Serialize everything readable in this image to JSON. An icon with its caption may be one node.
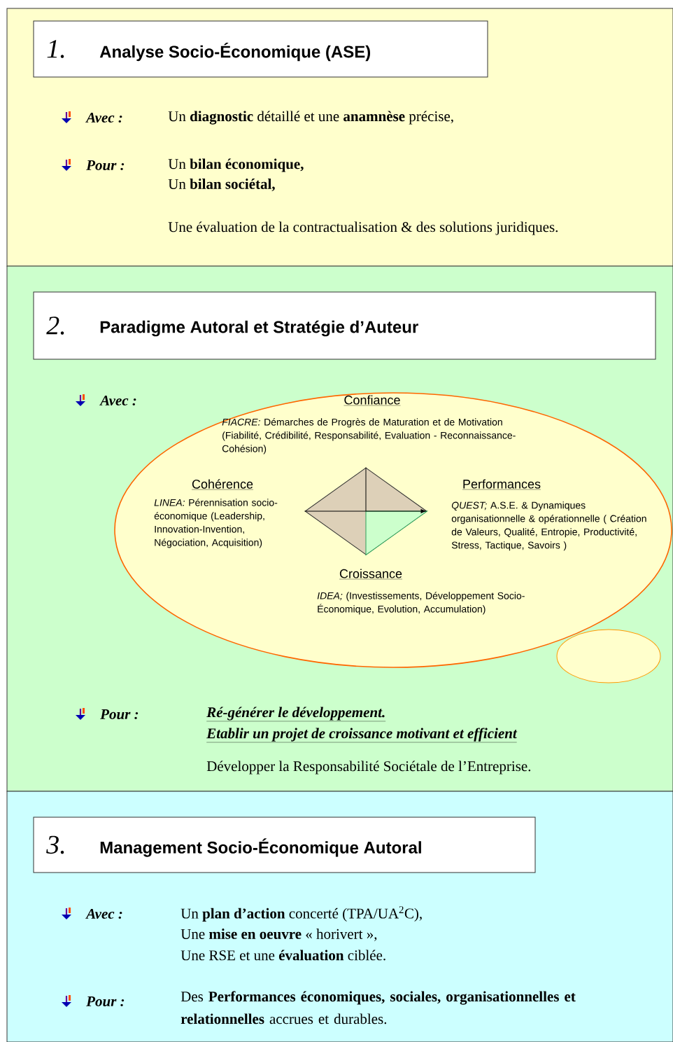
{
  "diagram": {
    "nodes": [
      {
        "text": [
          "1.",
          "Analyse Socio-Économique (ASE)"
        ]
      },
      {
        "text": [
          "2.",
          "Paradigme Autoral et Stratégie d’Auteur"
        ]
      },
      {
        "text": [
          "Confiance",
          "*FIACRE:* Démarches de Progrès de Maturation et de Motivation (Fiabilité, Crédibilité, Responsabilité, Evaluation - Reconnaissance-Cohésion)",
          "Cohérence",
          "*LINEA:* Pérennisation socio-économique (Leadership, Innovation-Invention, Négociation, Acquisition)",
          "Performances",
          "*QUEST;* A.S.E. & Dynamiques organisationnelle & opérationnelle ( Création de Valeurs, Qualité, Entropie, Productivité, Stress, Tactique, Savoirs )",
          "Croissance",
          "*IDEA;* (Investissements, Développement Socio-Économique, Evolution, Accumulation)"
        ]
      },
      {
        "text": [],
        "shape": "diamond",
        "in": 2
      },
      {
        "text": [],
        "shape": "ellipse"
      },
      {
        "text": [
          "3.",
          "Management Socio-Économique Autoral"
        ]
      }
    ],
    "labels": [
      "Avec :",
      "Un **diagnostic** détaillé et une **anamnèse** précise,",
      "Pour :",
      "Un **bilan économique,**",
      "Un **bilan sociétal,**",
      "Une évaluation de la contractualisation & des solutions juridiques.",
      "Avec :",
      "Pour :",
      "Ré-générer le développement.",
      "Etablir un projet de croissance motivant et efficient",
      "Développer la Responsabilité Sociétale de l’Entreprise.",
      "Avec :",
      "Un **plan d’action** concerté (TPA/UA$^{2}$C),",
      "Une **mise en oeuvre** « horivert »,",
      "Une RSE et une **évaluation** ciblée.",
      "Pour :",
      "Des **Performances économiques, sociales, organisationnelles et relationnelles** accrues et durables."
    ]
  }
}
